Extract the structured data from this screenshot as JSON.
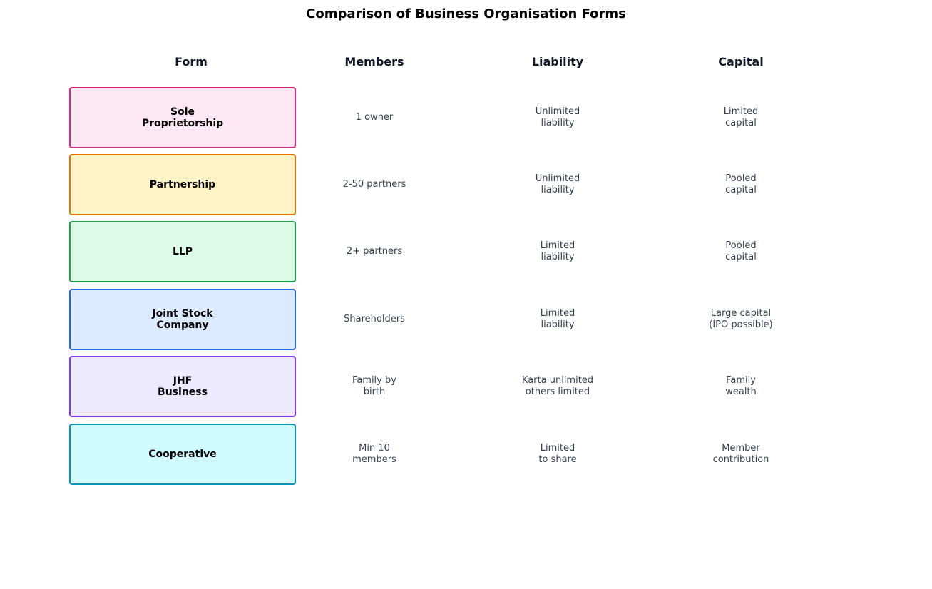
{
  "title": "Comparison of Business Organisation Forms",
  "headers": {
    "form": "Form",
    "members": "Members",
    "liability": "Liability",
    "capital": "Capital"
  },
  "rows": [
    {
      "form": "Sole\nProprietorship",
      "members": "1 owner",
      "liability": "Unlimited\nliability",
      "capital": "Limited\ncapital",
      "fill": "#fce7f3",
      "border": "#db2777"
    },
    {
      "form": "Partnership",
      "members": "2-50 partners",
      "liability": "Unlimited\nliability",
      "capital": "Pooled\ncapital",
      "fill": "#fef3c7",
      "border": "#d97706"
    },
    {
      "form": "LLP",
      "members": "2+ partners",
      "liability": "Limited\nliability",
      "capital": "Pooled\ncapital",
      "fill": "#dcfce7",
      "border": "#16a34a"
    },
    {
      "form": "Joint Stock\nCompany",
      "members": "Shareholders",
      "liability": "Limited\nliability",
      "capital": "Large capital\n(IPO possible)",
      "fill": "#dbeafe",
      "border": "#2563eb"
    },
    {
      "form": "JHF\nBusiness",
      "members": "Family by\nbirth",
      "liability": "Karta unlimited\nothers limited",
      "capital": "Family\nwealth",
      "fill": "#ede9fe",
      "border": "#7c3aed"
    },
    {
      "form": "Cooperative",
      "members": "Min 10\nmembers",
      "liability": "Limited\nto share",
      "capital": "Member\ncontribution",
      "fill": "#cffafe",
      "border": "#0891b2"
    }
  ]
}
